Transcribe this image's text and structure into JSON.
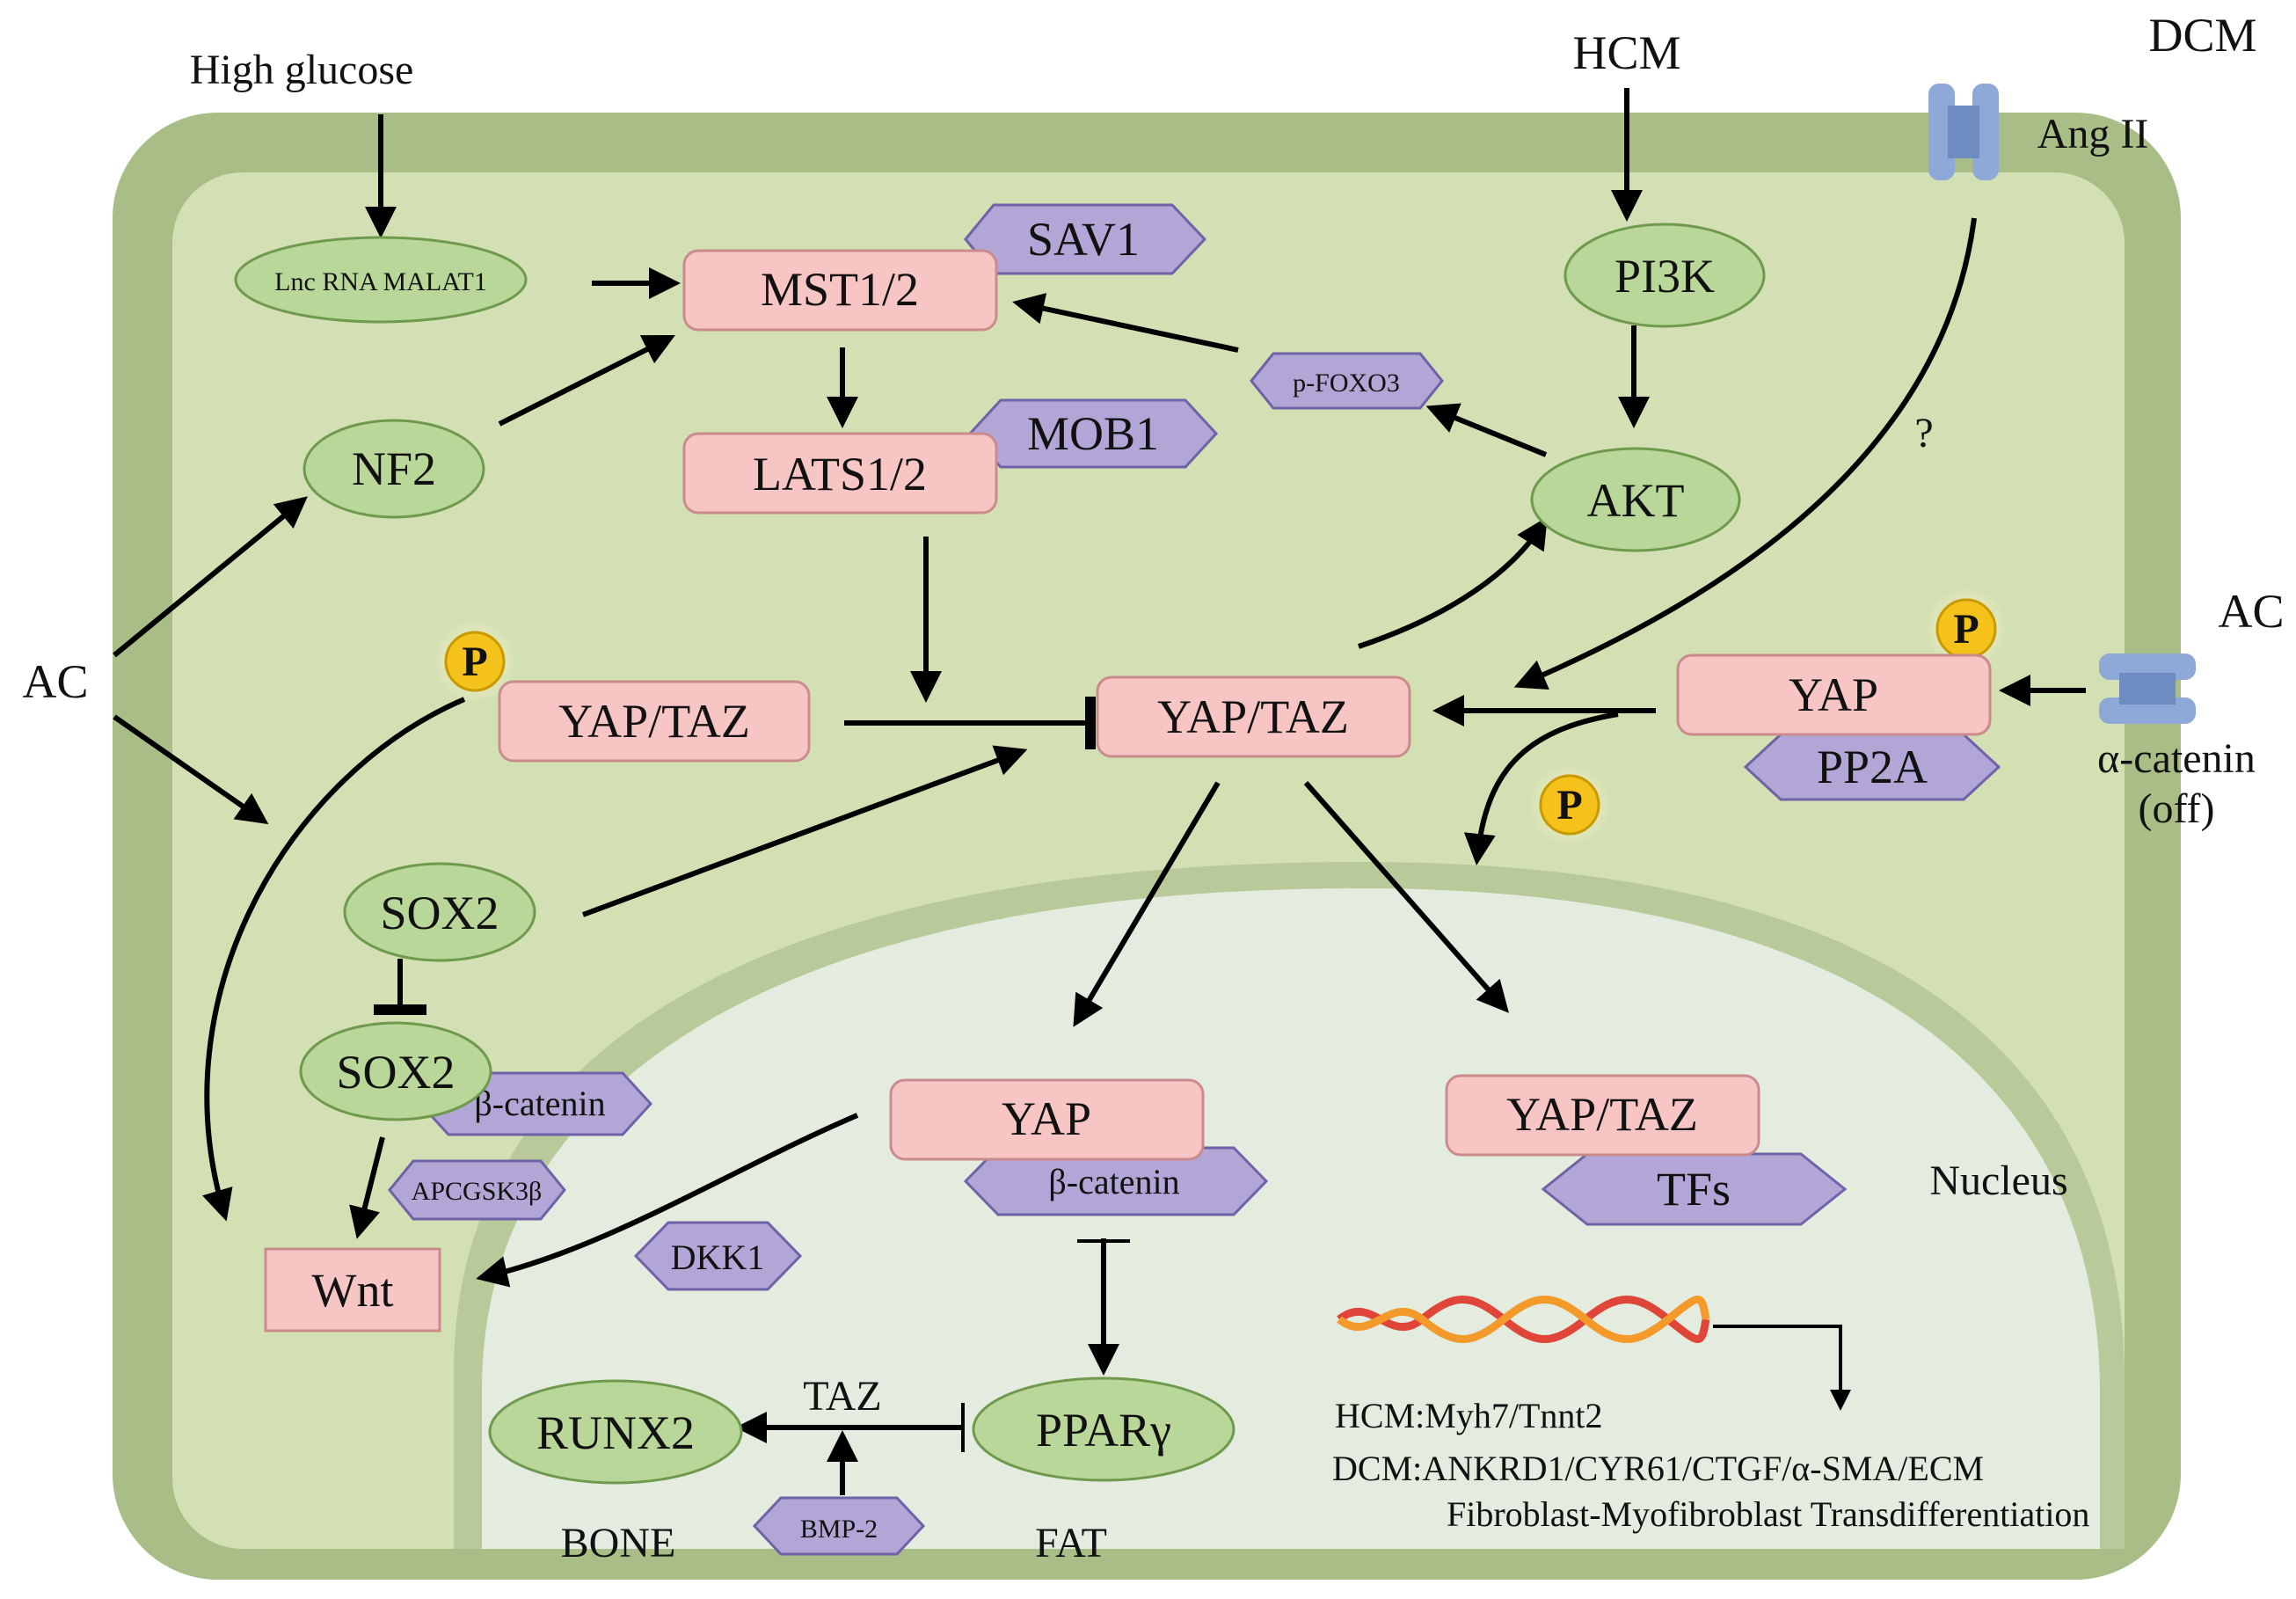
{
  "colors": {
    "cell_outer": "#a8be86",
    "cell_inner": "#d3e0b3",
    "nucleus_rim": "#b8c99a",
    "nucleus_fill": "#e3ecdf",
    "box_pink": "#f8c5c5",
    "box_border": "#c98b8b",
    "ellipse_green": "#b9d798",
    "hex_purple": "#b2a6d6",
    "phospho_yellow": "#f4c21a",
    "receptor_blue": "#8ea9d8"
  },
  "external": {
    "high_glucose": "High glucose",
    "hcm": "HCM",
    "dcm": "DCM",
    "ang_ii": "Ang II",
    "ac_left": "AC",
    "ac_right": "AC",
    "alpha_catenin": "α-catenin",
    "off": "(off)",
    "question": "?"
  },
  "nodes": {
    "lnc_rna": "Lnc RNA MALAT1",
    "mst": "MST1/2",
    "sav1": "SAV1",
    "lats": "LATS1/2",
    "mob1": "MOB1",
    "nf2": "NF2",
    "p_foxo3": "p-FOXO3",
    "pi3k": "PI3K",
    "akt": "AKT",
    "yap_taz_p": "YAP/TAZ",
    "yap_taz_center": "YAP/TAZ",
    "yap_right": "YAP",
    "pp2a": "PP2A",
    "sox2_top": "SOX2",
    "sox2_bottom": "SOX2",
    "beta_catenin_left": "β-catenin",
    "apc_gsk3b": "APCGSK3β",
    "wnt": "Wnt",
    "dkk1": "DKK1",
    "yap_nuc": "YAP",
    "beta_catenin_nuc": "β-catenin",
    "yap_taz_nuc": "YAP/TAZ",
    "tfs": "TFs",
    "pparg": "PPARγ",
    "runx2": "RUNX2",
    "bmp2": "BMP-2",
    "taz_label": "TAZ",
    "bone": "BONE",
    "fat": "FAT",
    "nucleus": "Nucleus",
    "phospho_p": "P"
  },
  "genes": {
    "hcm": "HCM:Myh7/Tnnt2",
    "dcm": "DCM:ANKRD1/CYR61/CTGF/α-SMA/ECM",
    "fibro": "Fibroblast-Myofibroblast Transdifferentiation"
  }
}
